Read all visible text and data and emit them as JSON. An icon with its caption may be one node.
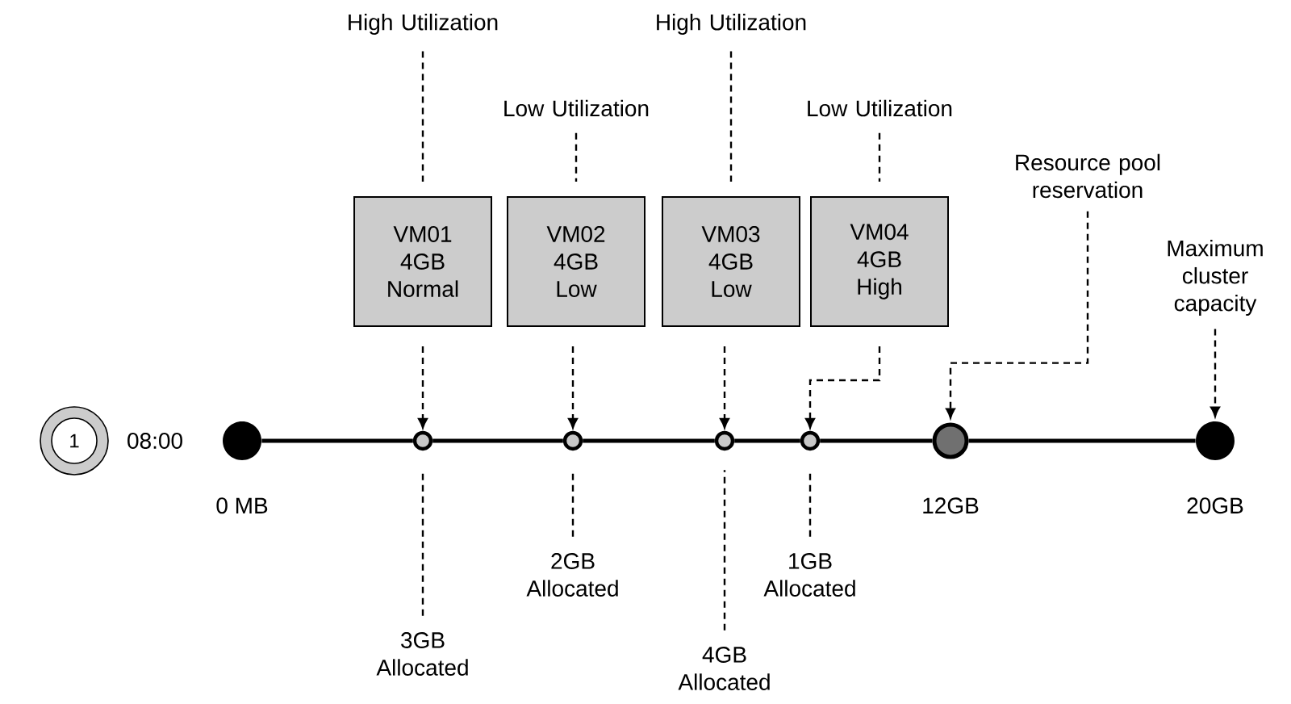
{
  "diagram": {
    "nodes": [
      {
        "text": [
          "1"
        ]
      },
      {
        "text": [
          "High Utilization"
        ]
      },
      {
        "text": [
          "Low Utilization"
        ]
      },
      {
        "text": [
          "High Utilization"
        ]
      },
      {
        "text": [
          "Low Utilization"
        ]
      },
      {
        "text": [
          "Resource pool reservation"
        ]
      },
      {
        "text": [
          "Maximum cluster capacity"
        ]
      },
      {
        "text": [
          "VM01 4GB Normal"
        ]
      },
      {
        "text": [
          "VM02 4GB Low"
        ]
      },
      {
        "text": [
          "VM03 4GB Low"
        ]
      },
      {
        "text": [
          "VM04 4GB High"
        ]
      },
      {
        "text": [],
        "shape": "circle",
        "beside": [
          "0 MB"
        ]
      },
      {
        "text": [],
        "shape": "circle"
      },
      {
        "text": [],
        "shape": "circle"
      },
      {
        "text": [],
        "shape": "circle"
      },
      {
        "text": [],
        "shape": "circle"
      },
      {
        "text": [],
        "shape": "circle",
        "beside": [
          "12GB"
        ]
      },
      {
        "text": [],
        "shape": "circle",
        "beside": [
          "20GB"
        ]
      },
      {
        "text": [
          "3GB Allocated"
        ]
      },
      {
        "text": [
          "2GB Allocated"
        ]
      },
      {
        "text": [
          "4GB Allocated"
        ]
      },
      {
        "text": [
          "1GB Allocated"
        ]
      }
    ],
    "edges": [
      {
        "from": 1,
        "to": 7,
        "arrow": "none",
        "style": "dashed"
      },
      {
        "from": 2,
        "to": 8,
        "arrow": "none",
        "style": "dashed"
      },
      {
        "from": 3,
        "to": 9,
        "arrow": "none",
        "style": "dashed"
      },
      {
        "from": 4,
        "to": 10,
        "arrow": "none",
        "style": "dashed"
      },
      {
        "from": 7,
        "to": 12,
        "arrow": "to",
        "style": "dashed"
      },
      {
        "from": 8,
        "to": 13,
        "arrow": "to",
        "style": "dashed"
      },
      {
        "from": 9,
        "to": 14,
        "arrow": "to",
        "style": "dashed"
      },
      {
        "from": 10,
        "to": 15,
        "arrow": "to",
        "style": "dashed"
      },
      {
        "from": 5,
        "to": 16,
        "arrow": "to",
        "style": "dashed"
      },
      {
        "from": 6,
        "to": 17,
        "arrow": "to",
        "style": "dashed"
      },
      {
        "from": 18,
        "to": 12,
        "arrow": "none",
        "style": "dashed"
      },
      {
        "from": 19,
        "to": 13,
        "arrow": "none",
        "style": "dashed"
      },
      {
        "from": 20,
        "to": 14,
        "arrow": "none",
        "style": "dashed"
      },
      {
        "from": 21,
        "to": 15,
        "arrow": "none",
        "style": "dashed"
      },
      {
        "from": 11,
        "to": 12,
        "arrow": "none"
      },
      {
        "from": 12,
        "to": 13,
        "arrow": "none"
      },
      {
        "from": 13,
        "to": 14,
        "arrow": "none"
      },
      {
        "from": 14,
        "to": 15,
        "arrow": "none"
      },
      {
        "from": 15,
        "to": 16,
        "arrow": "none"
      },
      {
        "from": 16,
        "to": 17,
        "arrow": "none"
      }
    ],
    "labels": [
      "08:00"
    ]
  }
}
